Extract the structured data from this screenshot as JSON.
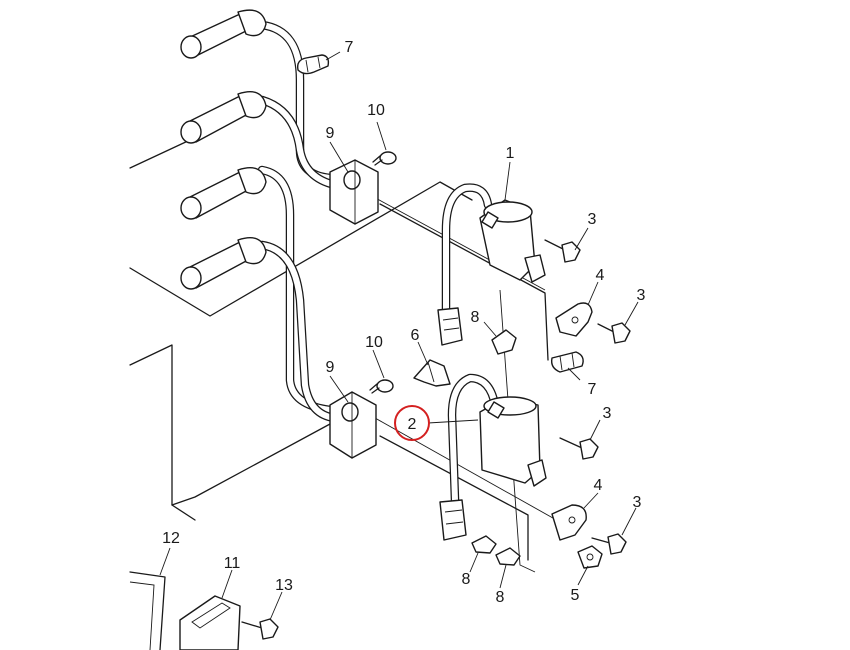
{
  "diagram": {
    "callouts": [
      {
        "id": "c1",
        "text": "1"
      },
      {
        "id": "c2",
        "text": "2",
        "highlighted": true
      },
      {
        "id": "c3a",
        "text": "3"
      },
      {
        "id": "c3b",
        "text": "3"
      },
      {
        "id": "c3c",
        "text": "3"
      },
      {
        "id": "c3d",
        "text": "3"
      },
      {
        "id": "c4a",
        "text": "4"
      },
      {
        "id": "c4b",
        "text": "4"
      },
      {
        "id": "c5",
        "text": "5"
      },
      {
        "id": "c6",
        "text": "6"
      },
      {
        "id": "c7a",
        "text": "7"
      },
      {
        "id": "c7b",
        "text": "7"
      },
      {
        "id": "c8a",
        "text": "8"
      },
      {
        "id": "c8b",
        "text": "8"
      },
      {
        "id": "c8c",
        "text": "8"
      },
      {
        "id": "c9a",
        "text": "9"
      },
      {
        "id": "c9b",
        "text": "9"
      },
      {
        "id": "c10a",
        "text": "10"
      },
      {
        "id": "c10b",
        "text": "10"
      },
      {
        "id": "c11",
        "text": "11"
      },
      {
        "id": "c12",
        "text": "12"
      },
      {
        "id": "c13",
        "text": "13"
      }
    ],
    "highlight_color": "#d42020",
    "line_color": "#1a1a1a"
  }
}
